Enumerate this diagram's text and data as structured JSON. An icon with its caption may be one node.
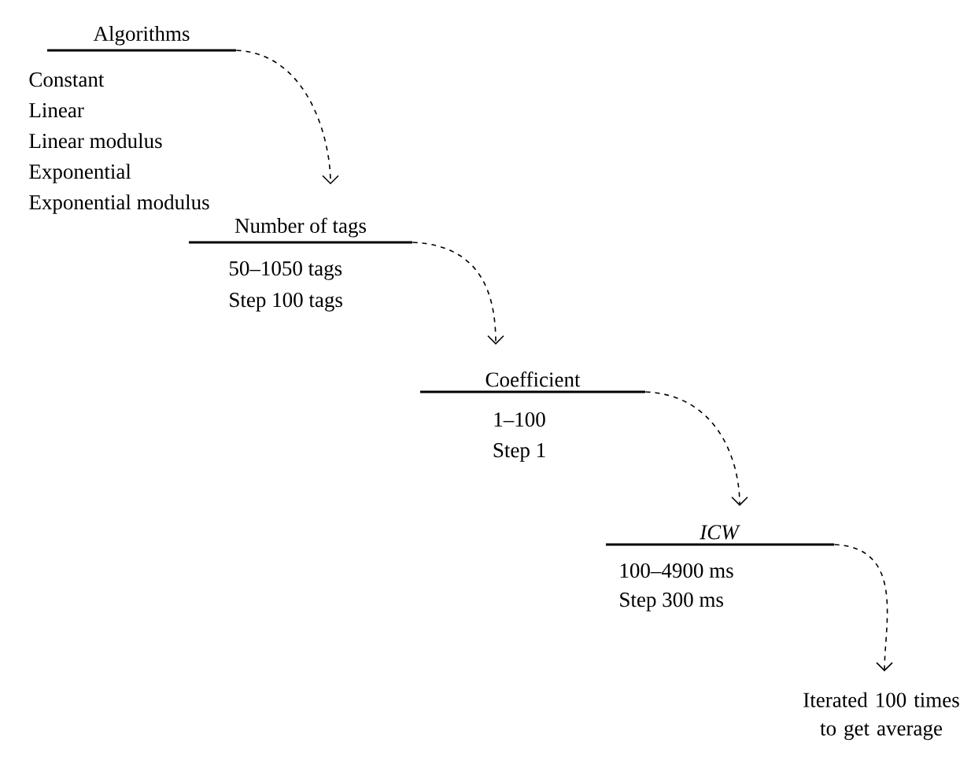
{
  "diagram": {
    "nodes": [
      {
        "text": [
          "Algorithms",
          "Constant",
          "Linear",
          "Linear modulus",
          "Exponential",
          "Exponential modulus"
        ]
      },
      {
        "text": [
          "Number of tags",
          "50–1050 tags",
          "Step 100 tags"
        ]
      },
      {
        "text": [
          "Coefficient",
          "1–100",
          "Step 1"
        ]
      },
      {
        "text": [
          "*ICW*",
          "100–4900 ms",
          "Step 300 ms"
        ]
      },
      {
        "text": [
          "Iterated 100 times to get average"
        ]
      }
    ],
    "edges": [
      {
        "from": 0,
        "to": 1,
        "arrow": "to",
        "style": "dashed"
      },
      {
        "from": 1,
        "to": 2,
        "arrow": "to",
        "style": "dashed"
      },
      {
        "from": 2,
        "to": 3,
        "arrow": "to",
        "style": "dashed"
      },
      {
        "from": 3,
        "to": 4,
        "arrow": "to",
        "style": "dashed"
      }
    ]
  }
}
